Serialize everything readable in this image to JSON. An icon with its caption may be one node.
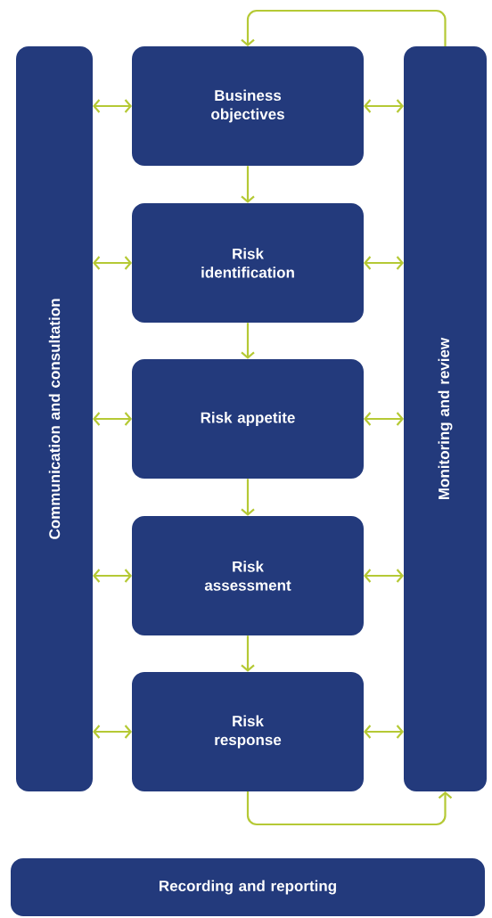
{
  "diagram": {
    "nodes": [
      {
        "text": [
          "Communication and consultation"
        ]
      },
      {
        "text": [
          "Business objectives"
        ]
      },
      {
        "text": [
          "Risk identification"
        ]
      },
      {
        "text": [
          "Risk appetite"
        ]
      },
      {
        "text": [
          "Risk assessment"
        ]
      },
      {
        "text": [
          "Risk response"
        ]
      },
      {
        "text": [
          "Monitoring and review"
        ]
      },
      {
        "text": [
          "Recording and reporting"
        ]
      }
    ],
    "edges": [
      {
        "from": 0,
        "to": 1,
        "arrow": "both"
      },
      {
        "from": 0,
        "to": 2,
        "arrow": "both"
      },
      {
        "from": 0,
        "to": 3,
        "arrow": "both"
      },
      {
        "from": 0,
        "to": 4,
        "arrow": "both"
      },
      {
        "from": 0,
        "to": 5,
        "arrow": "both"
      },
      {
        "from": 1,
        "to": 6,
        "arrow": "both"
      },
      {
        "from": 2,
        "to": 6,
        "arrow": "both"
      },
      {
        "from": 3,
        "to": 6,
        "arrow": "both"
      },
      {
        "from": 4,
        "to": 6,
        "arrow": "both"
      },
      {
        "from": 5,
        "to": 6,
        "arrow": "both"
      },
      {
        "from": 1,
        "to": 2,
        "arrow": "to"
      },
      {
        "from": 2,
        "to": 3,
        "arrow": "to"
      },
      {
        "from": 3,
        "to": 4,
        "arrow": "to"
      },
      {
        "from": 4,
        "to": 5,
        "arrow": "to"
      },
      {
        "from": 6,
        "to": 1,
        "arrow": "to"
      },
      {
        "from": 5,
        "to": 6,
        "arrow": "to"
      }
    ]
  }
}
